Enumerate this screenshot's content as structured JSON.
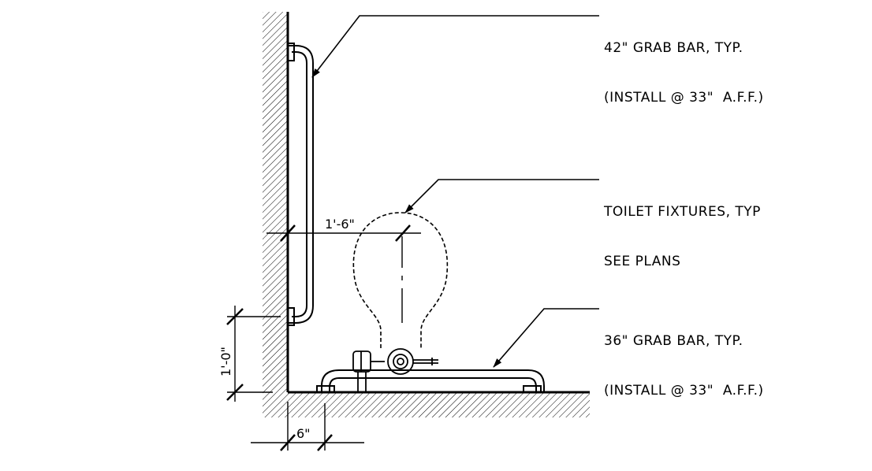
{
  "callouts": {
    "grab_bar_42": {
      "line1": "42\" GRAB BAR, TYP.",
      "line2": "(INSTALL @ 33\"  A.F.F.)"
    },
    "toilet_fixtures": {
      "line1": "TOILET FIXTURES, TYP",
      "line2": "SEE PLANS"
    },
    "grab_bar_36": {
      "line1": "36\" GRAB BAR, TYP.",
      "line2": "(INSTALL @ 33\"  A.F.F.)"
    }
  },
  "dimensions": {
    "toilet_centerline": "1'-6\"",
    "grab_bar_from_floor": "1'-0\"",
    "bar_offset_from_wall": "6\""
  }
}
